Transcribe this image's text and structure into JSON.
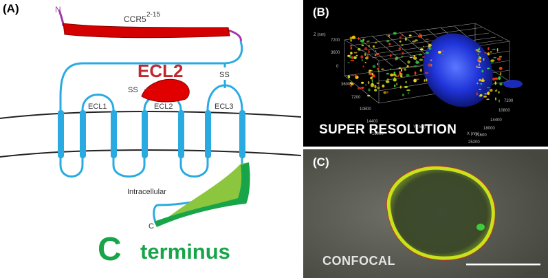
{
  "panel_a": {
    "letter": "(A)",
    "n_terminal": "N",
    "peptide_label": "CCR5",
    "peptide_superscript": "2-15",
    "ecl2_big_label": "ECL2",
    "disulfide_left": "SS",
    "disulfide_right": "SS",
    "loop_labels": [
      "ECL1",
      "ECL2",
      "ECL3"
    ],
    "intracellular_label": "Intracellular",
    "c_terminal": "C",
    "c_terminus_big": "C",
    "terminus_word": "terminus",
    "colors": {
      "loop": "#29abe2",
      "red_peptide": "#d40000",
      "green_tail": "#18a54a",
      "light_green": "#8cc63f",
      "ecl2_text": "#c1272d"
    }
  },
  "panel_b": {
    "letter": "(B)",
    "caption": "SUPER RESOLUTION",
    "axis_ticks": [
      "7200",
      "3600",
      "0",
      "3600",
      "7200",
      "10800",
      "14400",
      "18000",
      "7200",
      "10800",
      "14400",
      "18000",
      "21600",
      "25200"
    ],
    "axis_names": [
      "Z (nm)",
      "Y (nm)",
      "X (nm)"
    ]
  },
  "panel_c": {
    "letter": "(C)",
    "caption": "CONFOCAL"
  }
}
